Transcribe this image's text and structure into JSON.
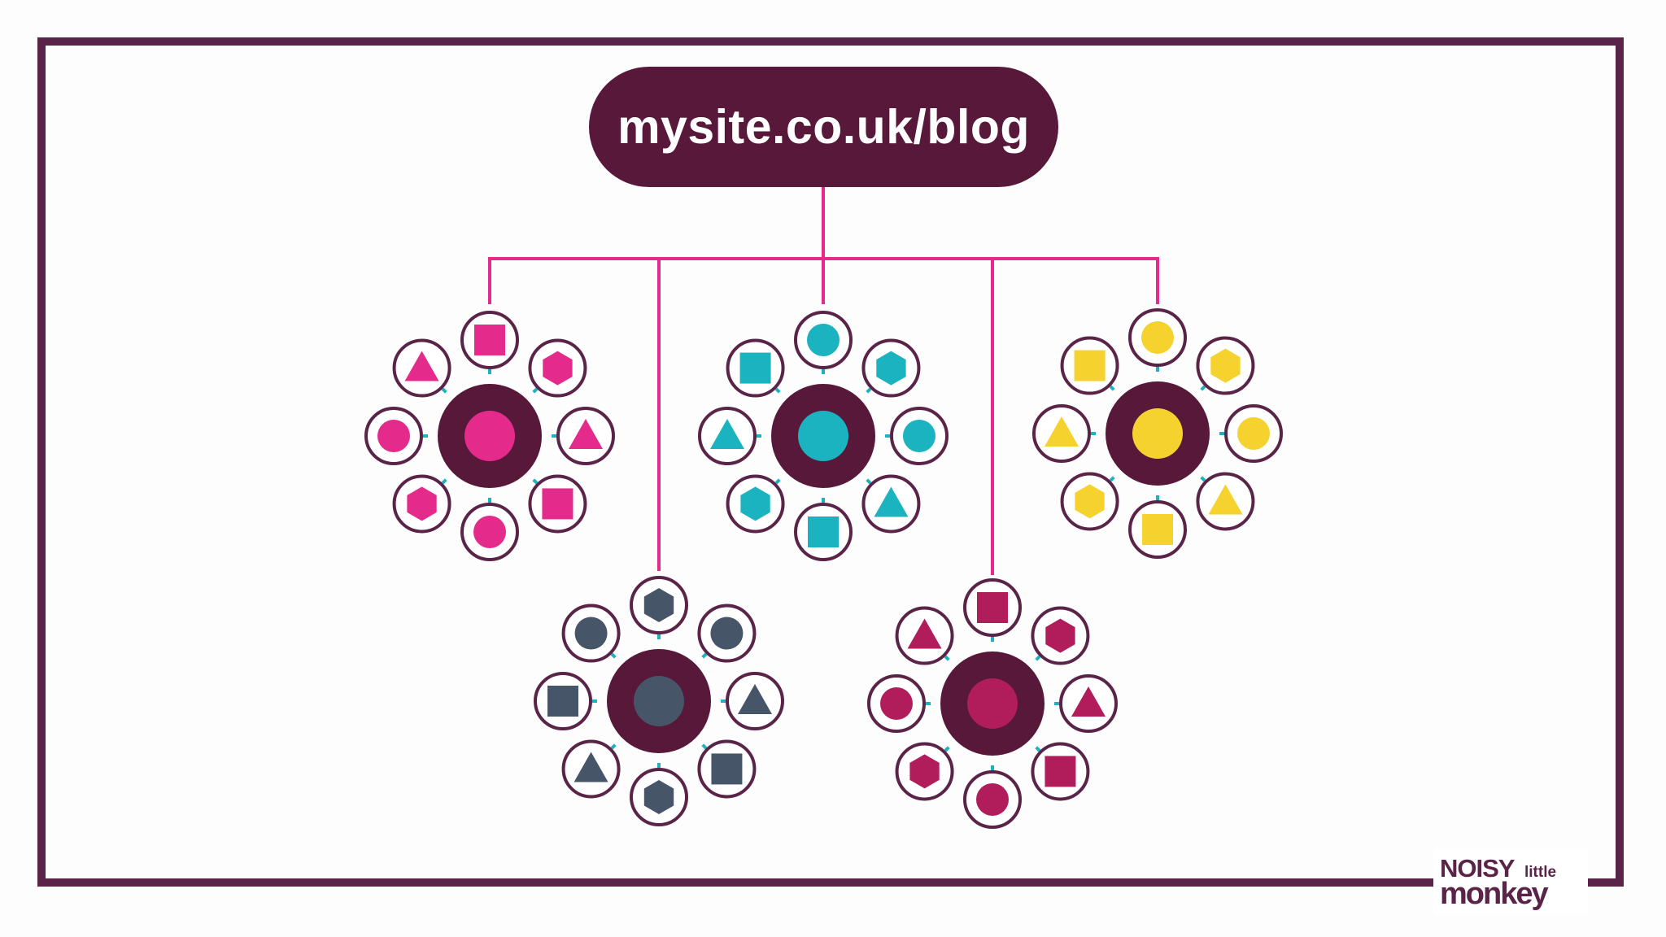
{
  "root": {
    "label": "mysite.co.uk/blog"
  },
  "logo": {
    "line1": "NOISY",
    "line1_small": "little",
    "line2": "monkey"
  },
  "colors": {
    "frame": "#5a2448",
    "root": "#571839",
    "connector": "#e42a8b",
    "spoke": "#1bb3bf",
    "hub": "#571839",
    "satellite_ring": "#5a2448"
  },
  "clusters": [
    {
      "name": "pink-cluster",
      "color": "#e42a8b",
      "center_shape": "circle",
      "satellites": [
        "square",
        "hexagon",
        "triangle",
        "square",
        "circle",
        "hexagon",
        "circle",
        "triangle"
      ]
    },
    {
      "name": "teal-cluster",
      "color": "#1bb3bf",
      "center_shape": "circle",
      "satellites": [
        "circle",
        "hexagon",
        "circle",
        "triangle",
        "square",
        "hexagon",
        "triangle",
        "square"
      ]
    },
    {
      "name": "yellow-cluster",
      "color": "#f5d22e",
      "center_shape": "circle",
      "satellites": [
        "circle",
        "hexagon",
        "circle",
        "triangle",
        "square",
        "hexagon",
        "triangle",
        "square"
      ]
    },
    {
      "name": "slate-cluster",
      "color": "#475569",
      "center_shape": "circle",
      "satellites": [
        "hexagon",
        "circle",
        "triangle",
        "square",
        "hexagon",
        "triangle",
        "square",
        "circle"
      ]
    },
    {
      "name": "crimson-cluster",
      "color": "#b01d5a",
      "center_shape": "circle",
      "satellites": [
        "square",
        "hexagon",
        "triangle",
        "square",
        "circle",
        "hexagon",
        "circle",
        "triangle"
      ]
    }
  ]
}
